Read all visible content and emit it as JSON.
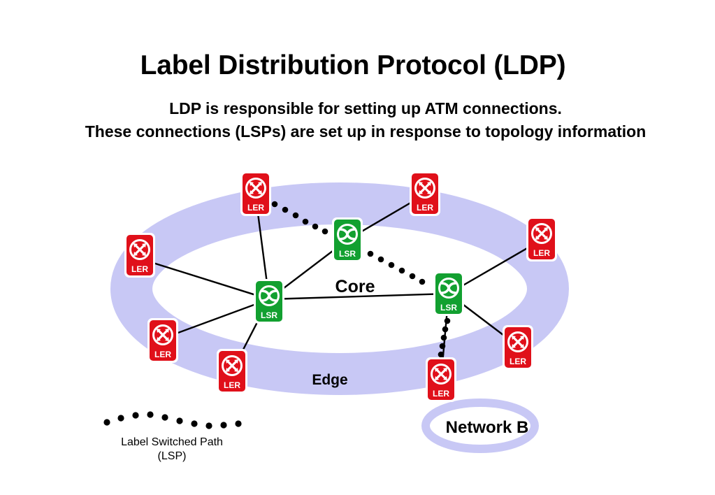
{
  "title": "Label Distribution Protocol (LDP)",
  "subtitle_line1": "LDP is responsible for setting up ATM connections.",
  "subtitle_line2": "These connections (LSPs) are set up in response to topology information",
  "diagram": {
    "core_label": "Core",
    "edge_label": "Edge",
    "network_b_label": "Network B",
    "legend_line1": "Label Switched Path",
    "legend_line2": "(LSP)",
    "ler_text": "LER",
    "lsr_text": "LSR",
    "ler_icon": "router-icon",
    "lsr_icon": "switch-icon"
  },
  "colors": {
    "ring": "#c8c8f5",
    "ler": "#e0101a",
    "lsr": "#12a030",
    "network_b_ring": "#c8c8f5"
  }
}
